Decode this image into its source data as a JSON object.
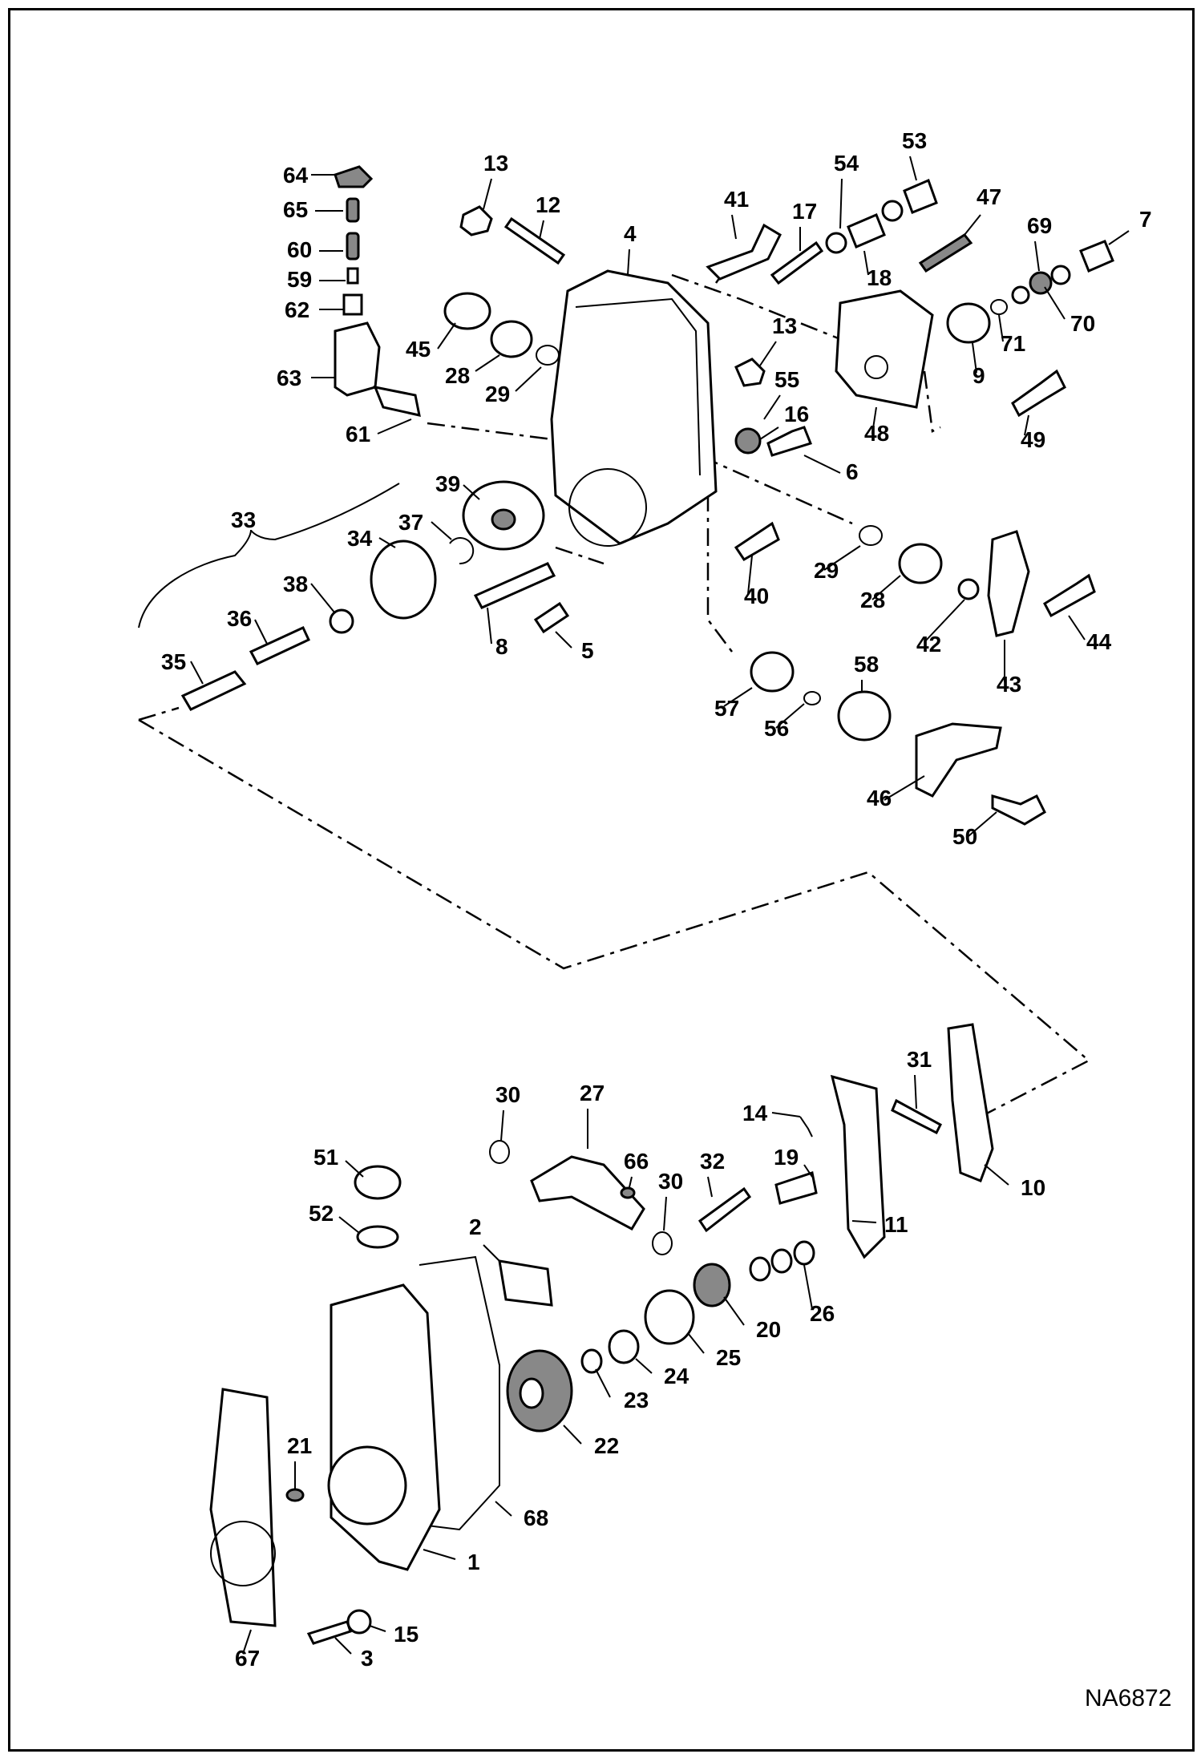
{
  "drawing_code": "NA6872",
  "callouts": [
    "1",
    "2",
    "3",
    "4",
    "5",
    "6",
    "7",
    "8",
    "9",
    "10",
    "11",
    "12",
    "13",
    "14",
    "15",
    "16",
    "17",
    "18",
    "19",
    "20",
    "21",
    "22",
    "23",
    "24",
    "25",
    "26",
    "27",
    "28",
    "29",
    "30",
    "31",
    "32",
    "33",
    "34",
    "35",
    "36",
    "37",
    "38",
    "39",
    "40",
    "41",
    "42",
    "43",
    "44",
    "45",
    "46",
    "47",
    "48",
    "49",
    "50",
    "51",
    "52",
    "53",
    "54",
    "55",
    "56",
    "57",
    "58",
    "59",
    "60",
    "61",
    "62",
    "63",
    "64",
    "65",
    "66",
    "67",
    "68",
    "69",
    "70",
    "71"
  ]
}
